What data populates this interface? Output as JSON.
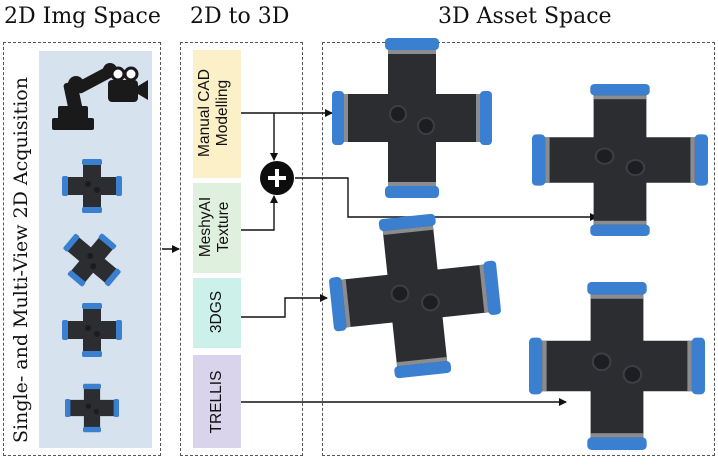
{
  "columns": {
    "img_space": "2D Img Space",
    "to_3d": "2D to 3D",
    "asset_space": "3D Asset Space"
  },
  "acquisition_label": "Single- and Multi-View 2D Acquisition",
  "methods": [
    {
      "id": "cad",
      "lines": [
        "Manual CAD",
        "Modelling"
      ],
      "color": "#fbf0c8"
    },
    {
      "id": "meshy",
      "lines": [
        "MeshyAI",
        "Texture"
      ],
      "color": "#dff1de"
    },
    {
      "id": "gs",
      "lines": [
        "3DGS"
      ],
      "color": "#ccf1ea"
    },
    {
      "id": "trellis",
      "lines": [
        "TRELLIS"
      ],
      "color": "#d9d3ec"
    }
  ],
  "combine_symbol": "+",
  "colors": {
    "panel_bg": "#d7e2ef",
    "fitting_body": "#2b2d31",
    "fitting_cap": "#3a7fd0",
    "robot": "#1a1a1a"
  },
  "icons": [
    "robot-arm-camera-icon",
    "plus-combine-icon"
  ]
}
